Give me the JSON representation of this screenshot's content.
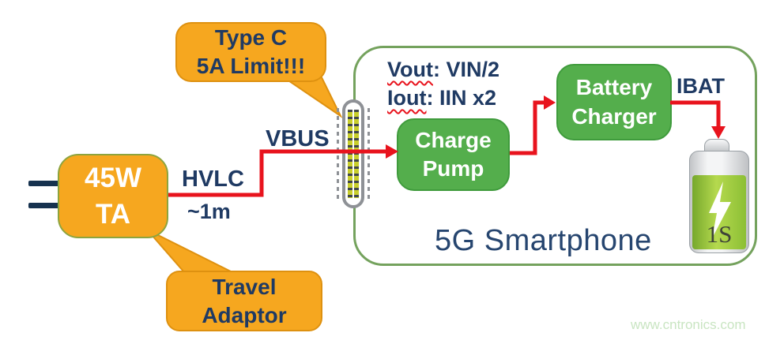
{
  "palette": {
    "orange_fill": "#F6A71F",
    "orange_border": "#DE9110",
    "adaptor_border_olive": "#8DA43E",
    "green_box_fill": "#54AE4C",
    "green_box_border": "#3F9B3C",
    "phone_outline_green": "#74A25D",
    "navy_text": "#1F3A63",
    "wire_red": "#E8131D",
    "connector_gray": "#8E9196",
    "pin_yellow": "#C8CE2C",
    "battery_green": "#8CBF35",
    "watermark_green": "#C9E5C2"
  },
  "travel_adaptor": {
    "power": "45W",
    "name": "TA",
    "cable_label": "HVLC",
    "cable_length": "~1m"
  },
  "callout_type_c": {
    "line1": "Type C",
    "line2": "5A Limit!!!"
  },
  "callout_travel": {
    "line1": "Travel",
    "line2": "Adaptor"
  },
  "bus_label": "VBUS",
  "phone": {
    "title": "5G Smartphone",
    "vout_term": "Vout",
    "vout_value": ": VIN/2",
    "iout_term": "Iout",
    "iout_value": ": IIN x2",
    "charge_pump_line1": "Charge",
    "charge_pump_line2": "Pump",
    "battery_charger_line1": "Battery",
    "battery_charger_line2": "Charger",
    "ibat_label": "IBAT",
    "battery_cells": "1S"
  },
  "watermark": "www.cntronics.com"
}
